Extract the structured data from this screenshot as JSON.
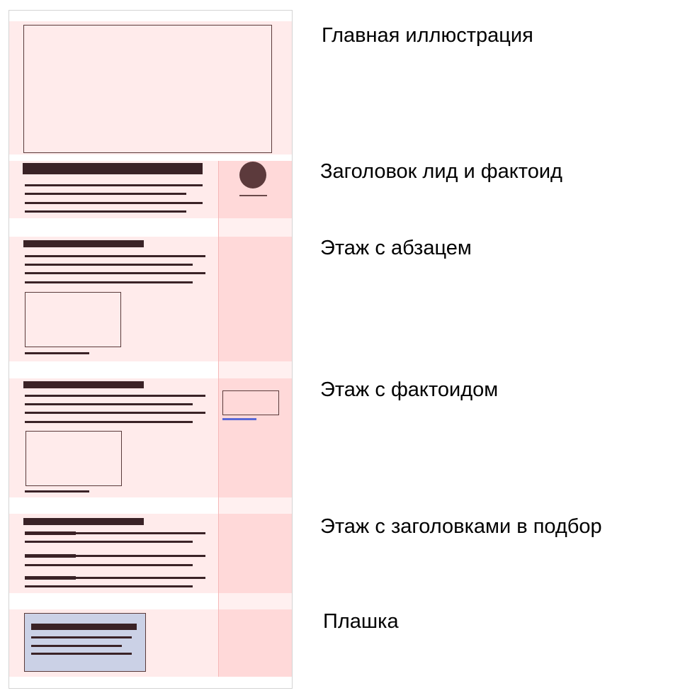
{
  "labels": {
    "main_illustration": "Главная иллюстрация",
    "headline_lead_factoid": "Заголовок лид и фактоид",
    "floor_paragraph": "Этаж с абзацем",
    "floor_factoid": "Этаж с фактоидом",
    "floor_headlines": "Этаж с заголовками в подбор",
    "plate": "Плашка"
  },
  "colors": {
    "band_bg": "#ffebeb",
    "side_column_bg": "#ffd9d9",
    "text_bar": "#3a2226",
    "link_accent": "#5a68d6",
    "plate_bg": "#cbd1e6"
  }
}
